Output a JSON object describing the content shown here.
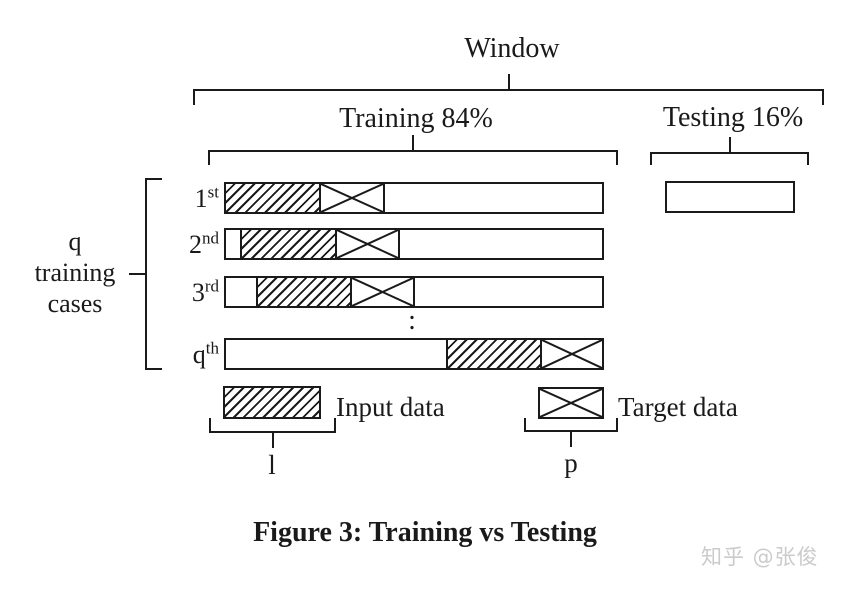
{
  "header": {
    "window_label": "Window",
    "training_label": "Training 84%",
    "testing_label": "Testing 16%"
  },
  "left_brace_label": {
    "line1": "q",
    "line2": "training",
    "line3": "cases"
  },
  "rows": [
    {
      "base": "1",
      "sup": "st"
    },
    {
      "base": "2",
      "sup": "nd"
    },
    {
      "base": "3",
      "sup": "rd"
    },
    {
      "base": "q",
      "sup": "th"
    }
  ],
  "ellipsis": ":",
  "legend": {
    "input_label": "Input data",
    "target_label": "Target data"
  },
  "measures": {
    "l_label": "l",
    "p_label": "p"
  },
  "caption": "Figure 3: Training vs Testing",
  "watermark": "知乎 @张俊",
  "colors": {
    "line": "#1a1a1a",
    "background": "#ffffff",
    "watermark": "#cbcbcb"
  }
}
